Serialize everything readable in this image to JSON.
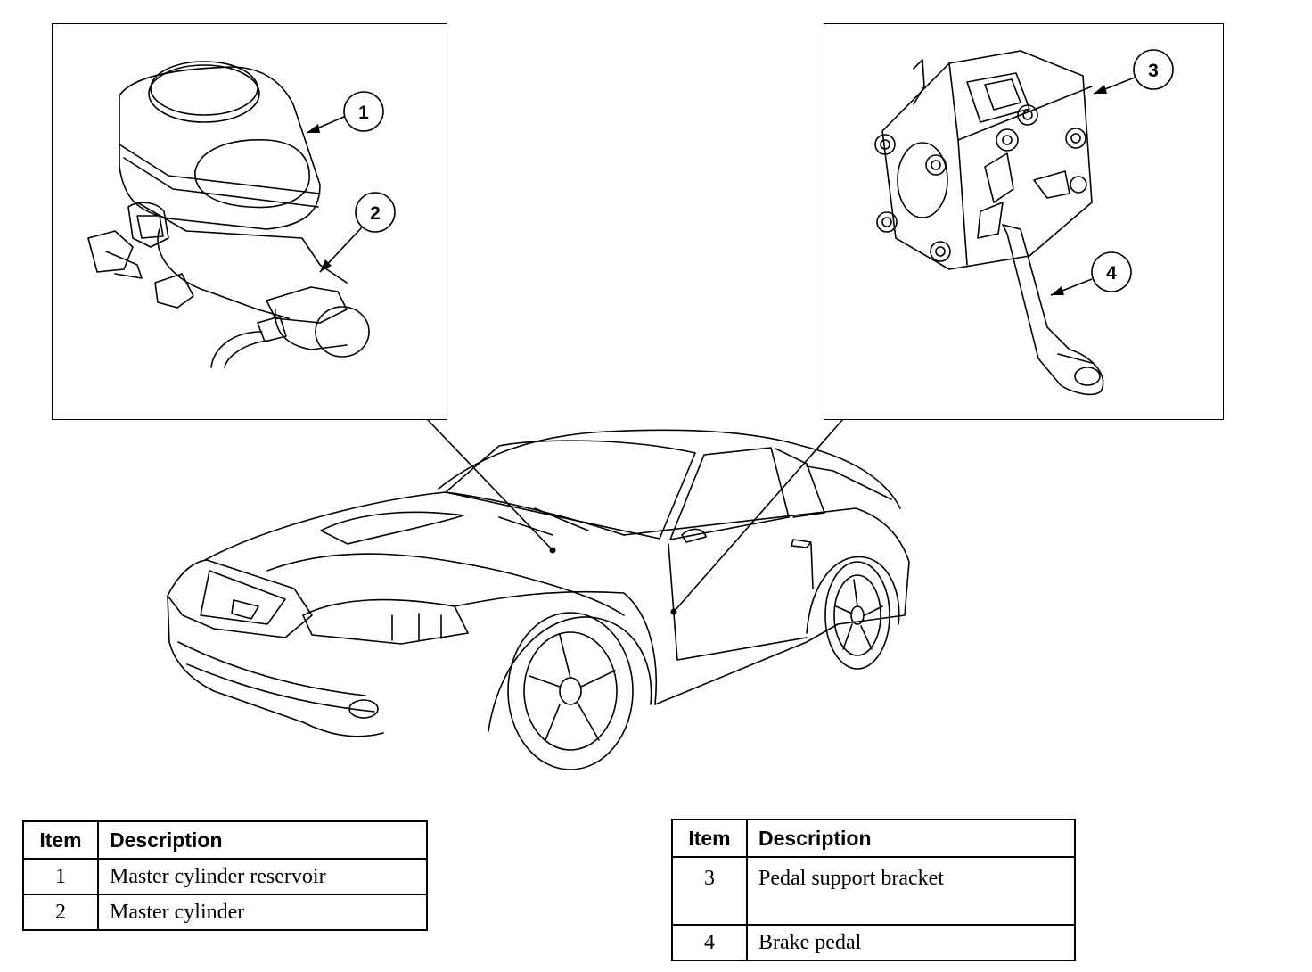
{
  "callouts": {
    "c1": "1",
    "c2": "2",
    "c3": "3",
    "c4": "4"
  },
  "tables": {
    "left": {
      "headers": {
        "item": "Item",
        "description": "Description"
      },
      "rows": [
        {
          "item": "1",
          "description": "Master cylinder reservoir"
        },
        {
          "item": "2",
          "description": "Master cylinder"
        }
      ]
    },
    "right": {
      "headers": {
        "item": "Item",
        "description": "Description"
      },
      "rows": [
        {
          "item": "3",
          "description": "Pedal support bracket"
        },
        {
          "item": "4",
          "description": "Brake pedal"
        }
      ]
    }
  },
  "icons": [
    "master-cylinder-illustration",
    "pedal-bracket-illustration",
    "car-illustration"
  ],
  "colors": {
    "ink": "#000000",
    "paper": "#ffffff"
  }
}
